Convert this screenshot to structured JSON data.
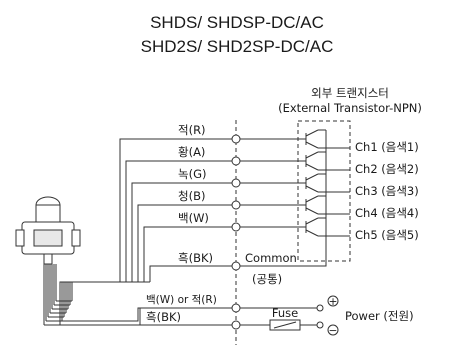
{
  "title": {
    "line1": "SHDS/ SHDSP-DC/AC",
    "line2": "SHD2S/ SHD2SP-DC/AC"
  },
  "transistor_box": {
    "label_ko": "외부 트랜지스터",
    "label_en": "(External Transistor-NPN)"
  },
  "wires": [
    {
      "label": "적(R)",
      "channel": "Ch1 (음색1)"
    },
    {
      "label": "황(A)",
      "channel": "Ch2 (음색2)"
    },
    {
      "label": "녹(G)",
      "channel": "Ch3 (음색3)"
    },
    {
      "label": "청(B)",
      "channel": "Ch4 (음색4)"
    },
    {
      "label": "백(W)",
      "channel": "Ch5 (음색5)"
    }
  ],
  "common": {
    "wire_label": "흑(BK)",
    "label": "Common",
    "label_ko": "(공통)"
  },
  "power": {
    "wire_pos_label": "백(W) or 적(R)",
    "wire_neg_label": "흑(BK)",
    "fuse_label": "Fuse",
    "plus_symbol": "+",
    "minus_symbol": "−",
    "label": "Power (전원)"
  }
}
